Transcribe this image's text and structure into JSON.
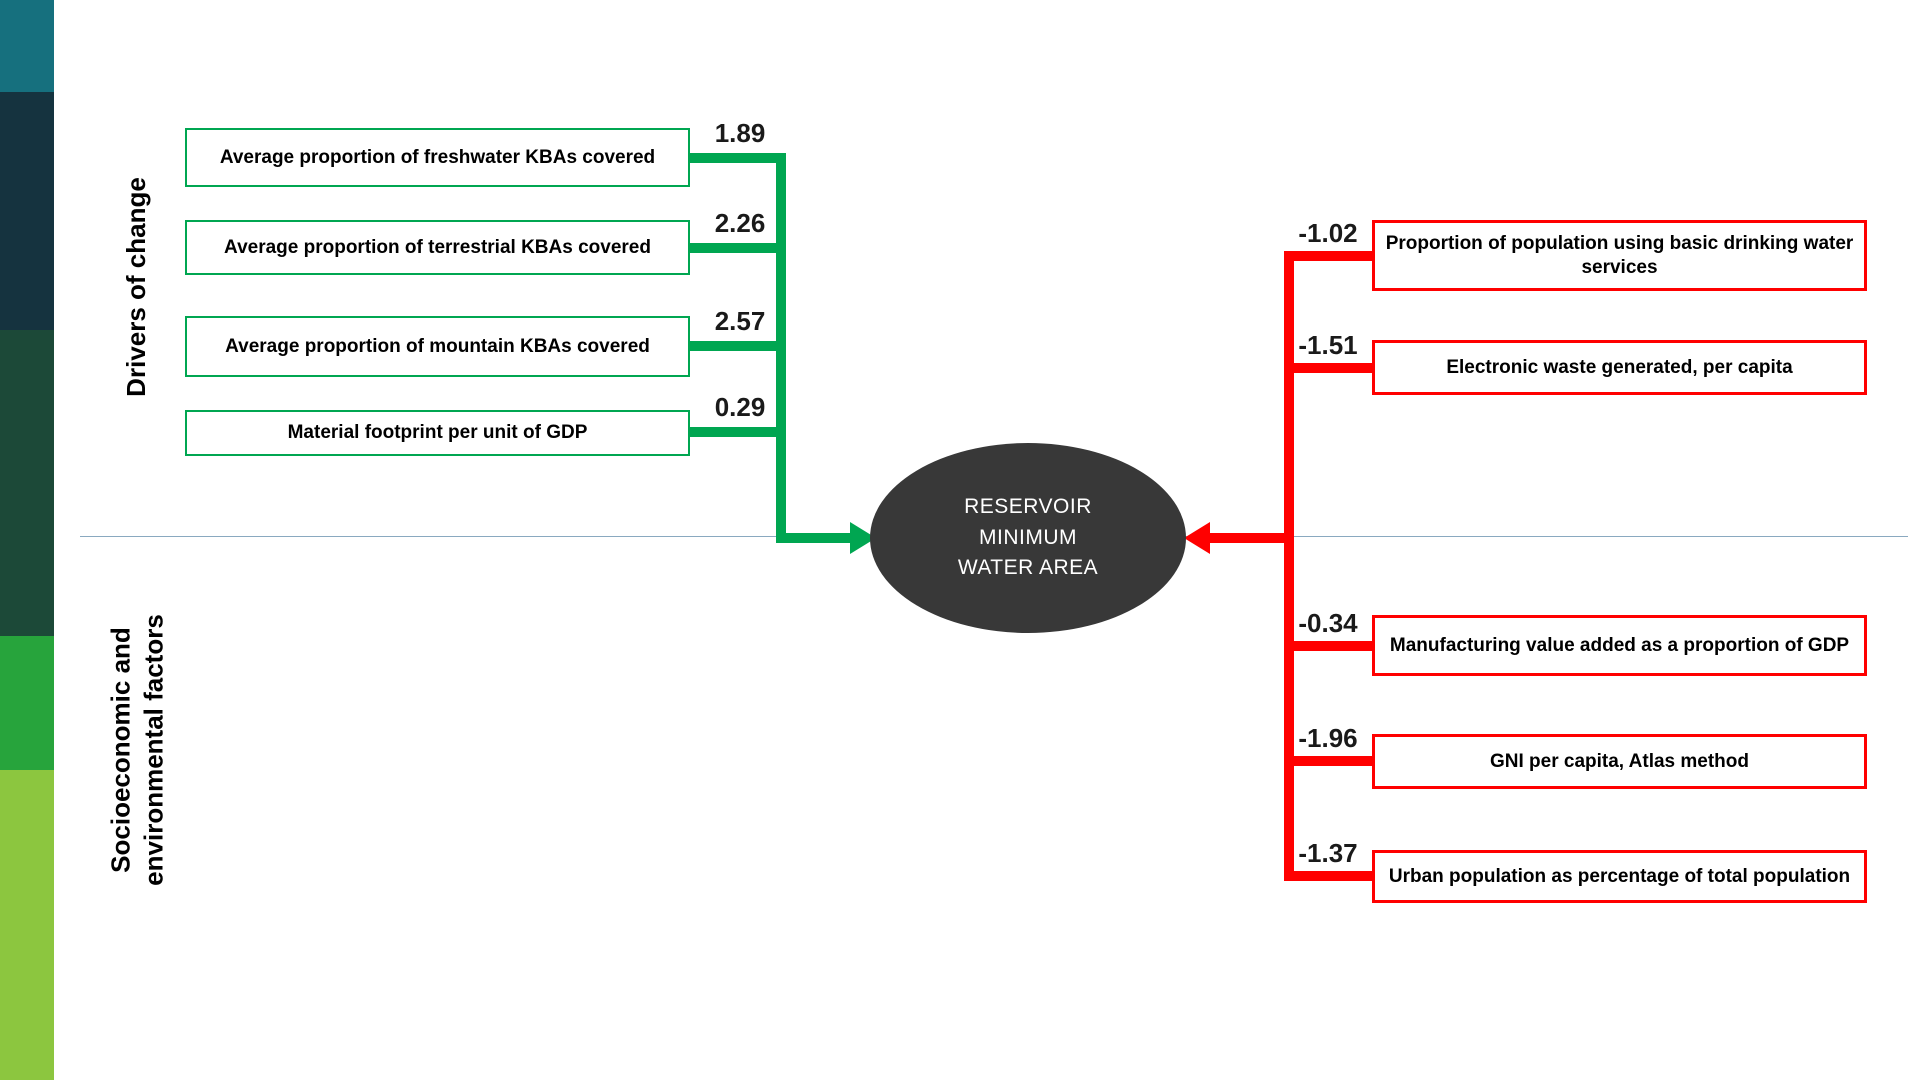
{
  "center_node": {
    "line1": "RESERVOIR",
    "line2": "MINIMUM",
    "line3": "WATER AREA"
  },
  "left_panel": {
    "axis_label": "Drivers of change",
    "relation_color": "#00A651",
    "items": [
      {
        "label": "Average proportion of freshwater KBAs covered",
        "value": "1.89"
      },
      {
        "label": "Average proportion of terrestrial KBAs covered",
        "value": "2.26"
      },
      {
        "label": "Average proportion of mountain KBAs covered",
        "value": "2.57"
      },
      {
        "label": "Material footprint per unit of GDP",
        "value": "0.29"
      }
    ]
  },
  "right_panel": {
    "axis_label_line1": "Socioeconomic and",
    "axis_label_line2": "environmental factors",
    "relation_color": "#FF0000",
    "items": [
      {
        "label": "Proportion of population using basic drinking water services",
        "value": "-1.02"
      },
      {
        "label": "Electronic waste generated, per capita",
        "value": "-1.51"
      },
      {
        "label": "Manufacturing value added as a proportion of GDP",
        "value": "-0.34"
      },
      {
        "label": "GNI per capita, Atlas method",
        "value": "-1.96"
      },
      {
        "label": "Urban population as percentage of total population",
        "value": "-1.37"
      }
    ]
  },
  "colors": {
    "positive_link": "#00A651",
    "negative_link": "#FF0000",
    "center_node_fill": "#383838",
    "divider_line": "#8AA9C0",
    "stripe_segments": [
      "#16707E",
      "#15333F",
      "#1C4938",
      "#27A43C",
      "#8CC63F"
    ]
  }
}
